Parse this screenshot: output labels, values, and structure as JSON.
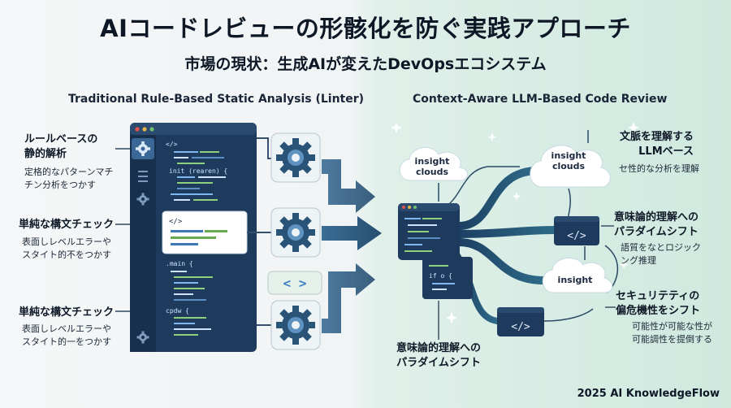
{
  "title": "AIコードレビューの形骸化を防ぐ実践アプローチ",
  "subtitle": "市場の現状：生成AIが変えたDevOpsエコシステム",
  "left": {
    "heading": "Traditional Rule-Based Static Analysis (Linter)",
    "items": [
      {
        "title": "ルールベースの\n静的解析",
        "desc": "定格的なパターンマチ\nチン分析をつかす"
      },
      {
        "title": "単純な構文チェック",
        "desc": "表面しレベルエラーや\nスタイト的不をつかす"
      },
      {
        "title": "単純な構文チェック",
        "desc": "表面しレベルエラーや\nスタイト的一をつかす"
      }
    ],
    "code": {
      "line1": "</>",
      "line2": "init (rearen) {",
      "snippet": "</>",
      "line3": ".main {",
      "line4": "cpdw {",
      "brackets": "< >"
    }
  },
  "right": {
    "heading": "Context-Aware LLM-Based Code Review",
    "items": [
      {
        "title": "文脈を理解する\nLLMベース",
        "desc": "セ性的な分析を理解"
      },
      {
        "title": "意味論的理解への\nパラダイムシフト",
        "desc": "語質をなとロジック\nング推理"
      },
      {
        "title": "セキュリテティの\n偏危機性をシフト",
        "desc": "可能性が可能な性が\n可能調性を提倒する"
      }
    ],
    "bottom_label": "意味論的理解への\nパラダイムシフト",
    "clouds": {
      "c1": "insight\nclouds",
      "c2": "insight\nclouds",
      "c3": "insight"
    },
    "code": {
      "tag1": "</>",
      "tag2": "</>",
      "small": "if o {"
    }
  },
  "footer": "2025 AI KnowledgeFlow"
}
